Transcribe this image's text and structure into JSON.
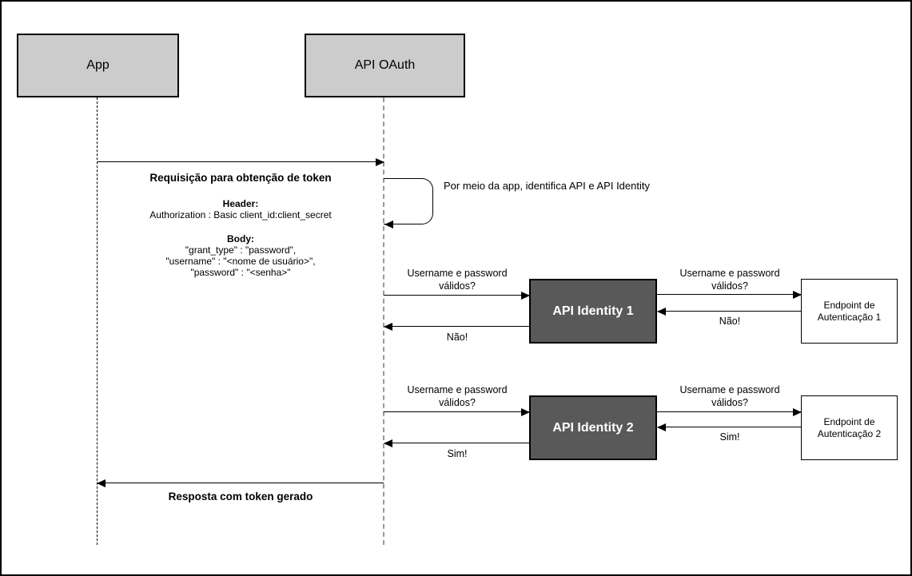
{
  "colors": {
    "actor_fill": "#cccccc",
    "identity_fill": "#595959",
    "identity_text": "#ffffff",
    "endpoint_fill": "#ffffff",
    "line": "#000000",
    "lifeline_gray": "#999999"
  },
  "actors": [
    {
      "label": "App"
    },
    {
      "label": "API OAuth"
    }
  ],
  "token_request": {
    "title": "Requisição para obtenção de token",
    "header_label": "Header:",
    "header_value": "Authorization : Basic client_id:client_secret",
    "body_label": "Body:",
    "body_line_1": "\"grant_type\" : \"password\",",
    "body_line_2": "\"username\" : \"<nome de usuário>\",",
    "body_line_3": "\"password\" : \"<senha>\""
  },
  "self_note": "Por meio da app, identifica API e API Identity",
  "flows": [
    {
      "question": "Username e password válidos?",
      "identity": "API Identity 1",
      "endpoint": "Endpoint de Autenticação 1",
      "answer": "Não!"
    },
    {
      "question": "Username e password válidos?",
      "identity": "API Identity 2",
      "endpoint": "Endpoint de Autenticação 2",
      "answer": "Sim!"
    }
  ],
  "response": "Resposta com token gerado"
}
